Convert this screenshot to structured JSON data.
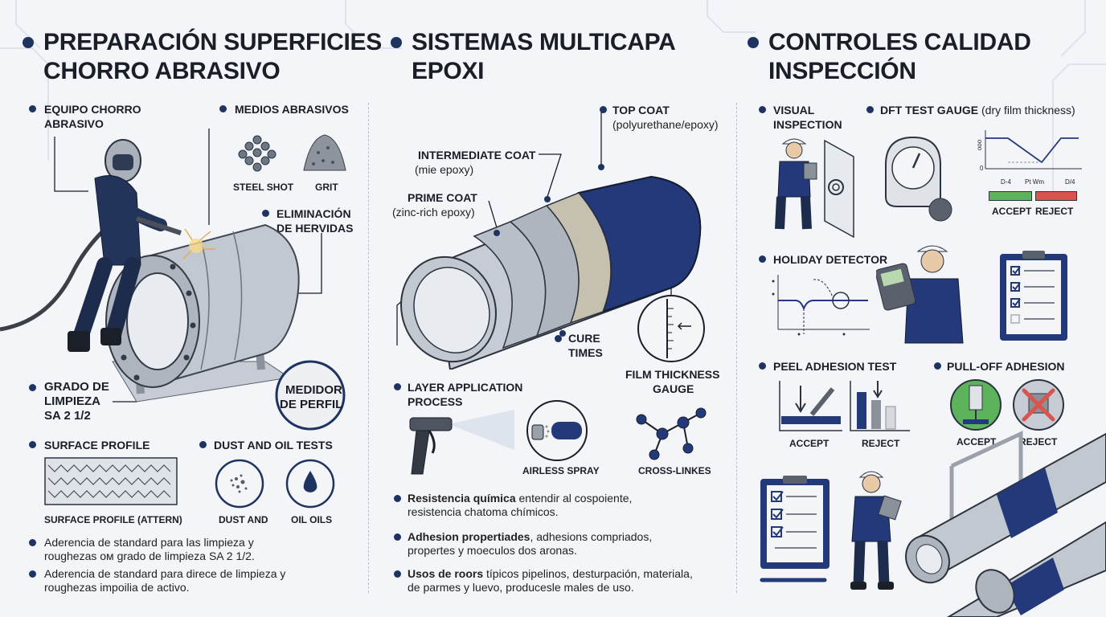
{
  "col1": {
    "title_line1": "PREPARACIÓN SUPERFICIES",
    "title_line2": "CHORRO ABRASIVO",
    "equipo_line1": "EQUIPO CHORRO",
    "equipo_line2": "ABRASIVO",
    "medios": "MEDIOS ABRASIVOS",
    "steel_shot": "STEEL SHOT",
    "grit": "GRIT",
    "elim_line1": "ELIMINACIÓN",
    "elim_line2": "DE HERVIDAS",
    "grado_line1": "GRADO DE",
    "grado_line2": "LIMPIEZA",
    "grado_line3": "SA 2 1/2",
    "medidor_line1": "MEDIDOR",
    "medidor_line2": "DE PERFIL",
    "surface_profile": "SURFACE PROFILE",
    "surface_pattern": "SURFACE PROFILE (ATTERN)",
    "dust_oil": "DUST AND OIL TESTS",
    "dust_and": "DUST AND",
    "oil_oils": "OIL OILS",
    "bullet1_line1": "Aderencia de standard para las limpieza y",
    "bullet1_line2": "roughezas ом grado de limpieza SA 2 1/2.",
    "bullet2_line1": "Aderencia de standard para direce de limpieza y",
    "bullet2_line2": "roughezas impoilia de activo."
  },
  "col2": {
    "title_line1": "SISTEMAS MULTICAPA",
    "title_line2": "EPOXI",
    "top_coat": "TOP COAT",
    "top_coat_sub": "(polyurethane/epoxy)",
    "intermediate": "INTERMEDIATE COAT",
    "intermediate_sub": "(mie epoxy)",
    "prime": "PRIME COAT",
    "prime_sub": "(zinc-rich epoxy)",
    "cure_line1": "CURE",
    "cure_line2": "TIMES",
    "film_line1": "FILM THICKNESS",
    "film_line2": "GAUGE",
    "layer_line1": "LAYER APPLICATION",
    "layer_line2": "PROCESS",
    "airless": "AIRLESS SPRAY",
    "crosslinks": "CROSS-LINKES",
    "b1_bold": "Resistencia química",
    "b1_rest": " entendir al cospoiente,",
    "b1_line2": "resistencia chatoma chímicos.",
    "b2_bold": "Adhesion propertiades",
    "b2_rest": ", adhesions compriados,",
    "b2_line2": "propertes y moeculos dos aronas.",
    "b3_bold": "Usos de roors",
    "b3_rest": " típicos pipelinos, desturpación, materiala,",
    "b3_line2": "de parmes y luevo, producesle males de uso."
  },
  "col3": {
    "title_line1": "CONTROLES CALIDAD",
    "title_line2": "INSPECCIÓN",
    "visual_line1": "VISUAL",
    "visual_line2": "INSPECTION",
    "dft_bold": "DFT TEST GAUGE",
    "dft_rest": " (dry film thickness)",
    "axis_label": "ooo",
    "tick0": "0",
    "tick_d4a": "D-4",
    "tick_mid": "Pt Wm",
    "tick_d4b": "D/4",
    "accept1": "ACCEPT",
    "reject1": "REJECT",
    "holiday": "HOLIDAY DETECTOR",
    "peel": "PEEL ADHESION TEST",
    "pulloff": "PULL-OFF ADHESION",
    "accept2": "ACCEPT",
    "reject2": "REJECT",
    "accept3": "ACCEPT",
    "reject3": "REJECT"
  },
  "colors": {
    "navy": "#1f3360",
    "steel": "#b9c0c9",
    "accept": "#5cb35c",
    "reject": "#d9534f"
  }
}
